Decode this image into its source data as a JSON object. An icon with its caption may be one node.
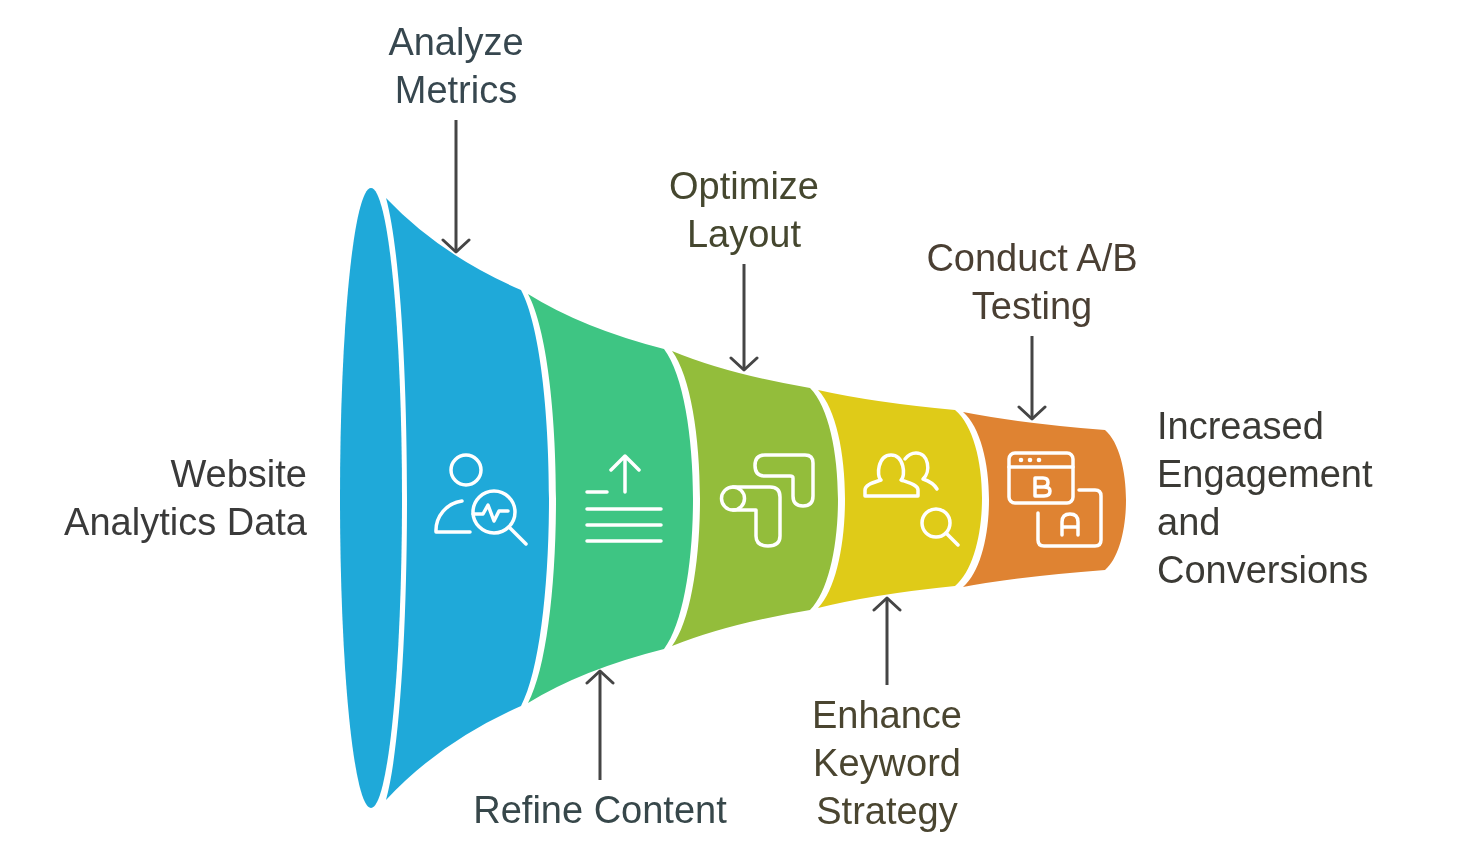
{
  "diagram": {
    "nodes": [
      {
        "text": [
          "Analyze Metrics"
        ]
      },
      {
        "text": [
          "Optimize Layout"
        ]
      },
      {
        "text": [
          "Conduct A/B Testing"
        ]
      },
      {
        "text": [],
        "shape": "ellipse"
      },
      {
        "text": [],
        "shape": "band"
      },
      {
        "text": [],
        "shape": "band"
      },
      {
        "text": [],
        "shape": "band"
      },
      {
        "text": [],
        "shape": "band"
      },
      {
        "text": [],
        "shape": "band"
      },
      {
        "text": [
          "Enhance Keyword Strategy"
        ]
      },
      {
        "text": [
          "Refine Content"
        ]
      }
    ],
    "edges": [
      {
        "from": 0,
        "to": 4,
        "arrow": "to"
      },
      {
        "from": 10,
        "to": 5,
        "arrow": "to"
      },
      {
        "from": 1,
        "to": 6,
        "arrow": "to"
      },
      {
        "from": 9,
        "to": 7,
        "arrow": "to"
      },
      {
        "from": 2,
        "to": 8,
        "arrow": "to"
      }
    ],
    "labels": [
      "Website Analytics Data",
      "Increased Engagement and Conversions"
    ]
  }
}
